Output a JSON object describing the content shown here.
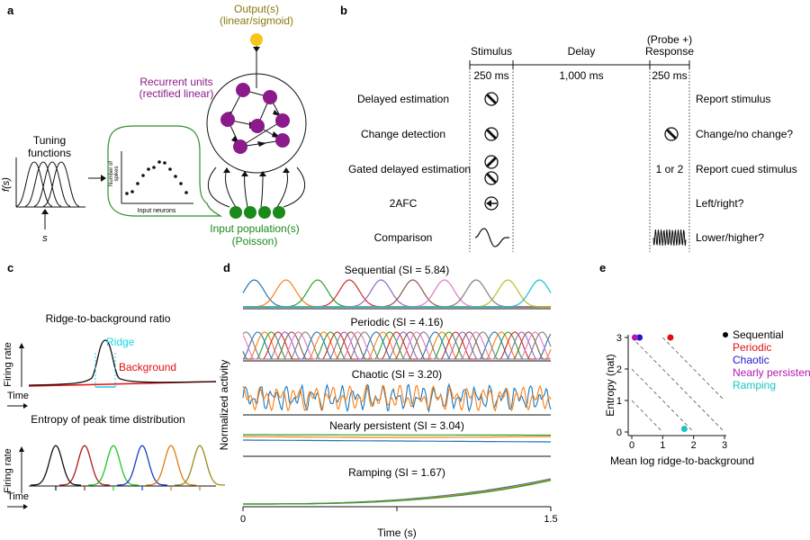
{
  "panels": {
    "a": {
      "label": "a",
      "output_label_1": "Output(s)",
      "output_label_2": "(linear/sigmoid)",
      "recurrent_label_1": "Recurrent units",
      "recurrent_label_2": "(rectified linear)",
      "tuning_label_1": "Tuning",
      "tuning_label_2": "functions",
      "f_axis_label": "f(s)",
      "s_label": "s",
      "spikes_ylabel_1": "Number of",
      "spikes_ylabel_2": "spikes",
      "spikes_xlabel": "Input neurons",
      "input_label_1": "Input population(s)",
      "input_label_2": "(Poisson)",
      "colors": {
        "output": "#f5c518",
        "recurrent": "#8b1a8b",
        "input": "#1a8a1a",
        "bubble": "#2f8f2f",
        "output_text": "#8a7a10",
        "recurrent_text": "#8b1a8b",
        "input_text": "#1a8a1a"
      }
    },
    "b": {
      "label": "b",
      "col_stimulus": "Stimulus",
      "col_delay": "Delay",
      "col_response_1": "(Probe +)",
      "col_response_2": "Response",
      "dur_stimulus": "250 ms",
      "dur_delay": "1,000 ms",
      "dur_response": "250 ms",
      "tasks": [
        {
          "name": "Delayed estimation",
          "response": "Report stimulus"
        },
        {
          "name": "Change detection",
          "response": "Change/no change?"
        },
        {
          "name": "Gated delayed estimation",
          "response": "Report cued stimulus",
          "probe": "1 or 2"
        },
        {
          "name": "2AFC",
          "response": "Left/right?"
        },
        {
          "name": "Comparison",
          "response": "Lower/higher?"
        }
      ]
    },
    "c": {
      "label": "c",
      "title_1": "Ridge-to-background ratio",
      "ridge_label": "Ridge",
      "background_label": "Background",
      "ylabel": "Firing rate",
      "xlabel": "Time",
      "title_2": "Entropy of peak time distribution",
      "colors": {
        "ridge": "#19d4e6",
        "background": "#e01010"
      },
      "peak_colors": [
        "#111111",
        "#b01818",
        "#22c422",
        "#1a3ccc",
        "#e07a10",
        "#9a8a1a"
      ]
    },
    "d": {
      "label": "d",
      "ylabel": "Normalized activity",
      "xlabel": "Time (s)",
      "x_ticks": [
        "0",
        "1.5"
      ],
      "rows": [
        {
          "title": "Sequential (SI = 5.84)"
        },
        {
          "title": "Periodic (SI = 4.16)"
        },
        {
          "title": "Chaotic (SI = 3.20)"
        },
        {
          "title": "Nearly persistent (SI = 3.04)"
        },
        {
          "title": "Ramping (SI = 1.67)"
        }
      ],
      "colors": [
        "#1f77b4",
        "#ff7f0e",
        "#2ca02c",
        "#d62728",
        "#9467bd",
        "#8c564b",
        "#e377c2",
        "#7f7f7f",
        "#bcbd22",
        "#17becf"
      ]
    },
    "e": {
      "label": "e",
      "chart_data": {
        "type": "scatter",
        "xlabel": "Mean log ridge-to-background",
        "ylabel": "Entropy (nat)",
        "xlim": [
          0,
          3
        ],
        "ylim": [
          0,
          3
        ],
        "x_ticks": [
          "0",
          "1",
          "2",
          "3"
        ],
        "y_ticks": [
          "0",
          "1",
          "2",
          "3"
        ],
        "series": [
          {
            "name": "Sequential",
            "color": "#000000",
            "points": []
          },
          {
            "name": "Periodic",
            "color": "#e01010",
            "points": [
              [
                1.25,
                3.0
              ]
            ]
          },
          {
            "name": "Chaotic",
            "color": "#1a1acc",
            "points": [
              [
                0.25,
                3.0
              ]
            ]
          },
          {
            "name": "Nearly persistent",
            "color": "#b01ab0",
            "points": [
              [
                0.1,
                3.0
              ]
            ]
          },
          {
            "name": "Ramping",
            "color": "#19c4c4",
            "points": [
              [
                1.7,
                0.1
              ]
            ]
          }
        ]
      }
    }
  }
}
